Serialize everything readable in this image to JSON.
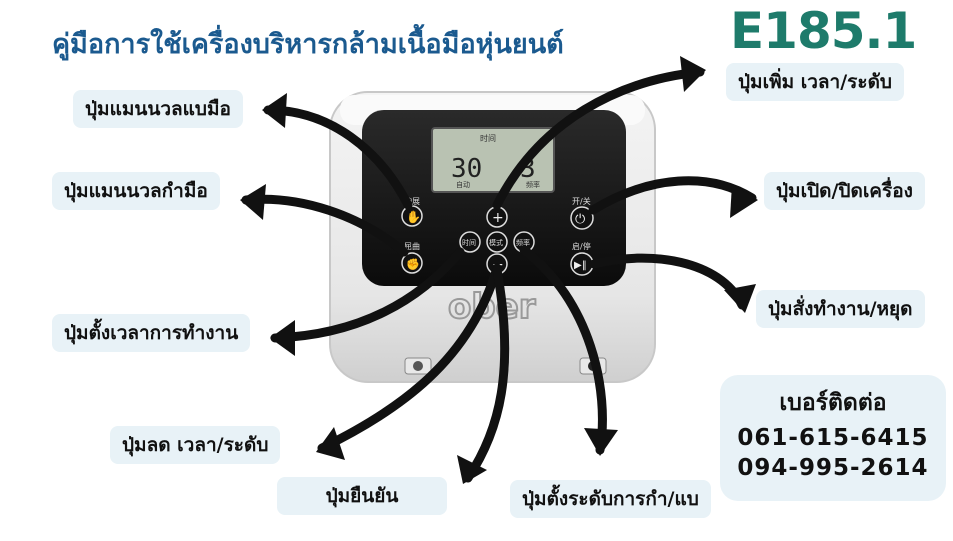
{
  "title": "คู่มือการใช้เครื่องบริหารกล้ามเนื้อมือหุ่นยนต์",
  "model": "E185.1",
  "labels": {
    "manual_hand": "ปุ่มแมนนวลแบมือ",
    "manual_grip": "ปุ่มแมนนวลกำมือ",
    "timer": "ปุ่มตั้งเวลาการทำงาน",
    "decrease": "ปุ่มลด เวลา/ระดับ",
    "confirm": "ปุ่มยืนยัน",
    "level": "ปุ่มตั้งระดับการกำ/แบ",
    "increase": "ปุ่มเพิ่ม เวลา/ระดับ",
    "power": "ปุ่มเปิด/ปิดเครื่อง",
    "start_stop": "ปุ่มสั่งทำงาน/หยุด"
  },
  "contact": {
    "heading": "เบอร์ติดต่อ",
    "phone1": "061-615-6415",
    "phone2": "094-995-2614"
  },
  "device": {
    "brand": "ober",
    "display_time": "30",
    "display_level": "3",
    "lcd_top": "时间",
    "lcd_left": "自动",
    "lcd_right": "频率",
    "btn_extend": "伸展",
    "btn_flex": "屈曲",
    "btn_power": "开/关",
    "btn_start": "启/停",
    "btn_time": "时间",
    "btn_mode": "模式",
    "btn_freq": "频率"
  }
}
